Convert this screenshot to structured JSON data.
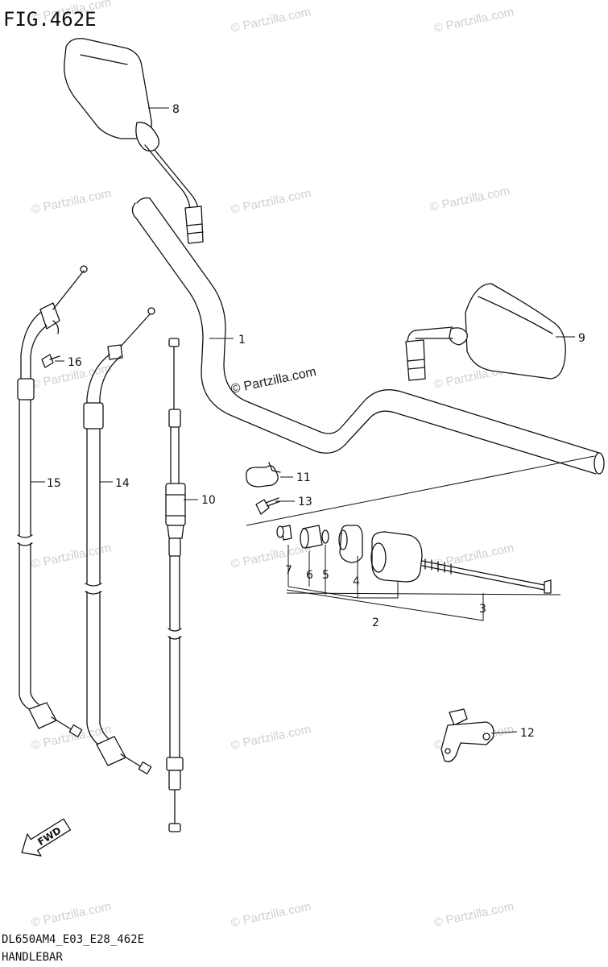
{
  "figure": {
    "title": "FIG.462E",
    "code": "DL650AM4_E03_E28_462E",
    "name": "HANDLEBAR"
  },
  "watermark": {
    "text": "© Partzilla.com",
    "color": "#cfcfcf"
  },
  "fwd_badge": "FWD",
  "callouts": {
    "c1": "1",
    "c2": "2",
    "c3": "3",
    "c4": "4",
    "c5": "5",
    "c6": "6",
    "c7": "7",
    "c8": "8",
    "c9": "9",
    "c10": "10",
    "c11": "11",
    "c12": "12",
    "c13": "13",
    "c14": "14",
    "c15": "15",
    "c16": "16"
  }
}
